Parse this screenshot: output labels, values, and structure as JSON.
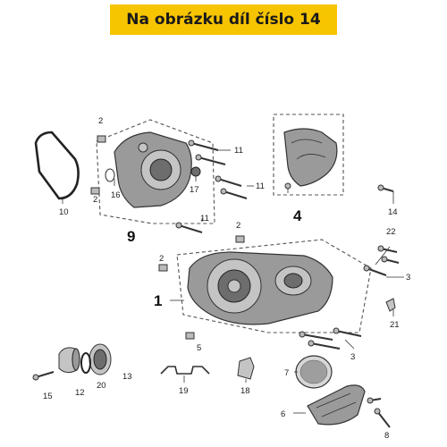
{
  "banner": {
    "text": "Na obrázku díl číslo 14",
    "color": "#f7c400"
  },
  "callouts": {
    "n1": "1",
    "n2": "2",
    "n3": "3",
    "n4": "4",
    "n5": "5",
    "n6": "6",
    "n7": "7",
    "n8": "8",
    "n9": "9",
    "n10": "10",
    "n11": "11",
    "n12": "12",
    "n13": "13",
    "n14": "14",
    "n15": "15",
    "n16": "16",
    "n17": "17",
    "n18": "18",
    "n19": "19",
    "n20": "20",
    "n21": "21",
    "n22": "22"
  },
  "icons": [
    "gasket-icon",
    "clutch-cover-icon",
    "outer-cover-icon",
    "crankcase-cover-icon",
    "filter-cap-icon",
    "filter-element-icon",
    "bracket-icon",
    "clip-icon",
    "mesh-filter-icon",
    "guard-plate-icon",
    "screw-icon",
    "dowel-pin-icon"
  ]
}
